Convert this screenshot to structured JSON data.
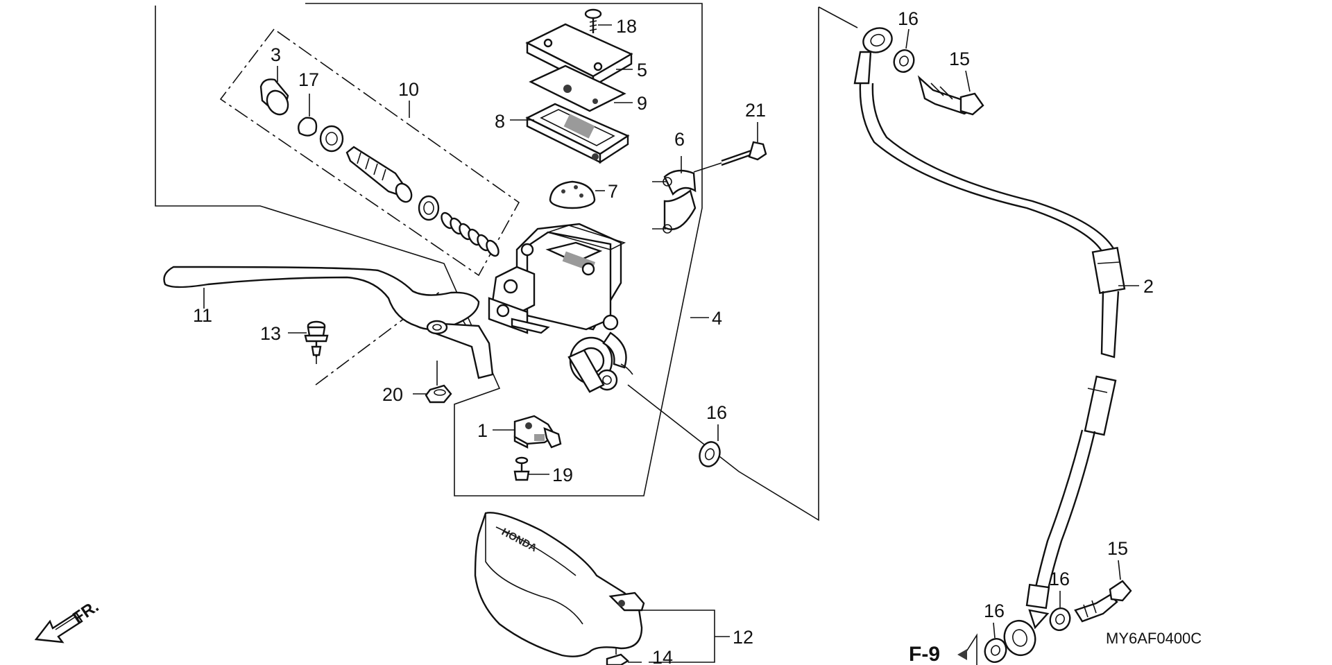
{
  "diagram": {
    "callouts": {
      "c1": "1",
      "c2": "2",
      "c3": "3",
      "c4": "4",
      "c5": "5",
      "c6": "6",
      "c7": "7",
      "c8": "8",
      "c9": "9",
      "c10": "10",
      "c11": "11",
      "c12": "12",
      "c13": "13",
      "c14": "14",
      "c15a": "15",
      "c15b": "15",
      "c16a": "16",
      "c16b": "16",
      "c16c": "16",
      "c16d": "16",
      "c17": "17",
      "c18": "18",
      "c19": "19",
      "c20": "20",
      "c21": "21"
    },
    "figure_code": "MY6AF0400C",
    "page_ref": "F-9",
    "front_indicator": "FR.",
    "handguard_brand": "HONDA"
  }
}
